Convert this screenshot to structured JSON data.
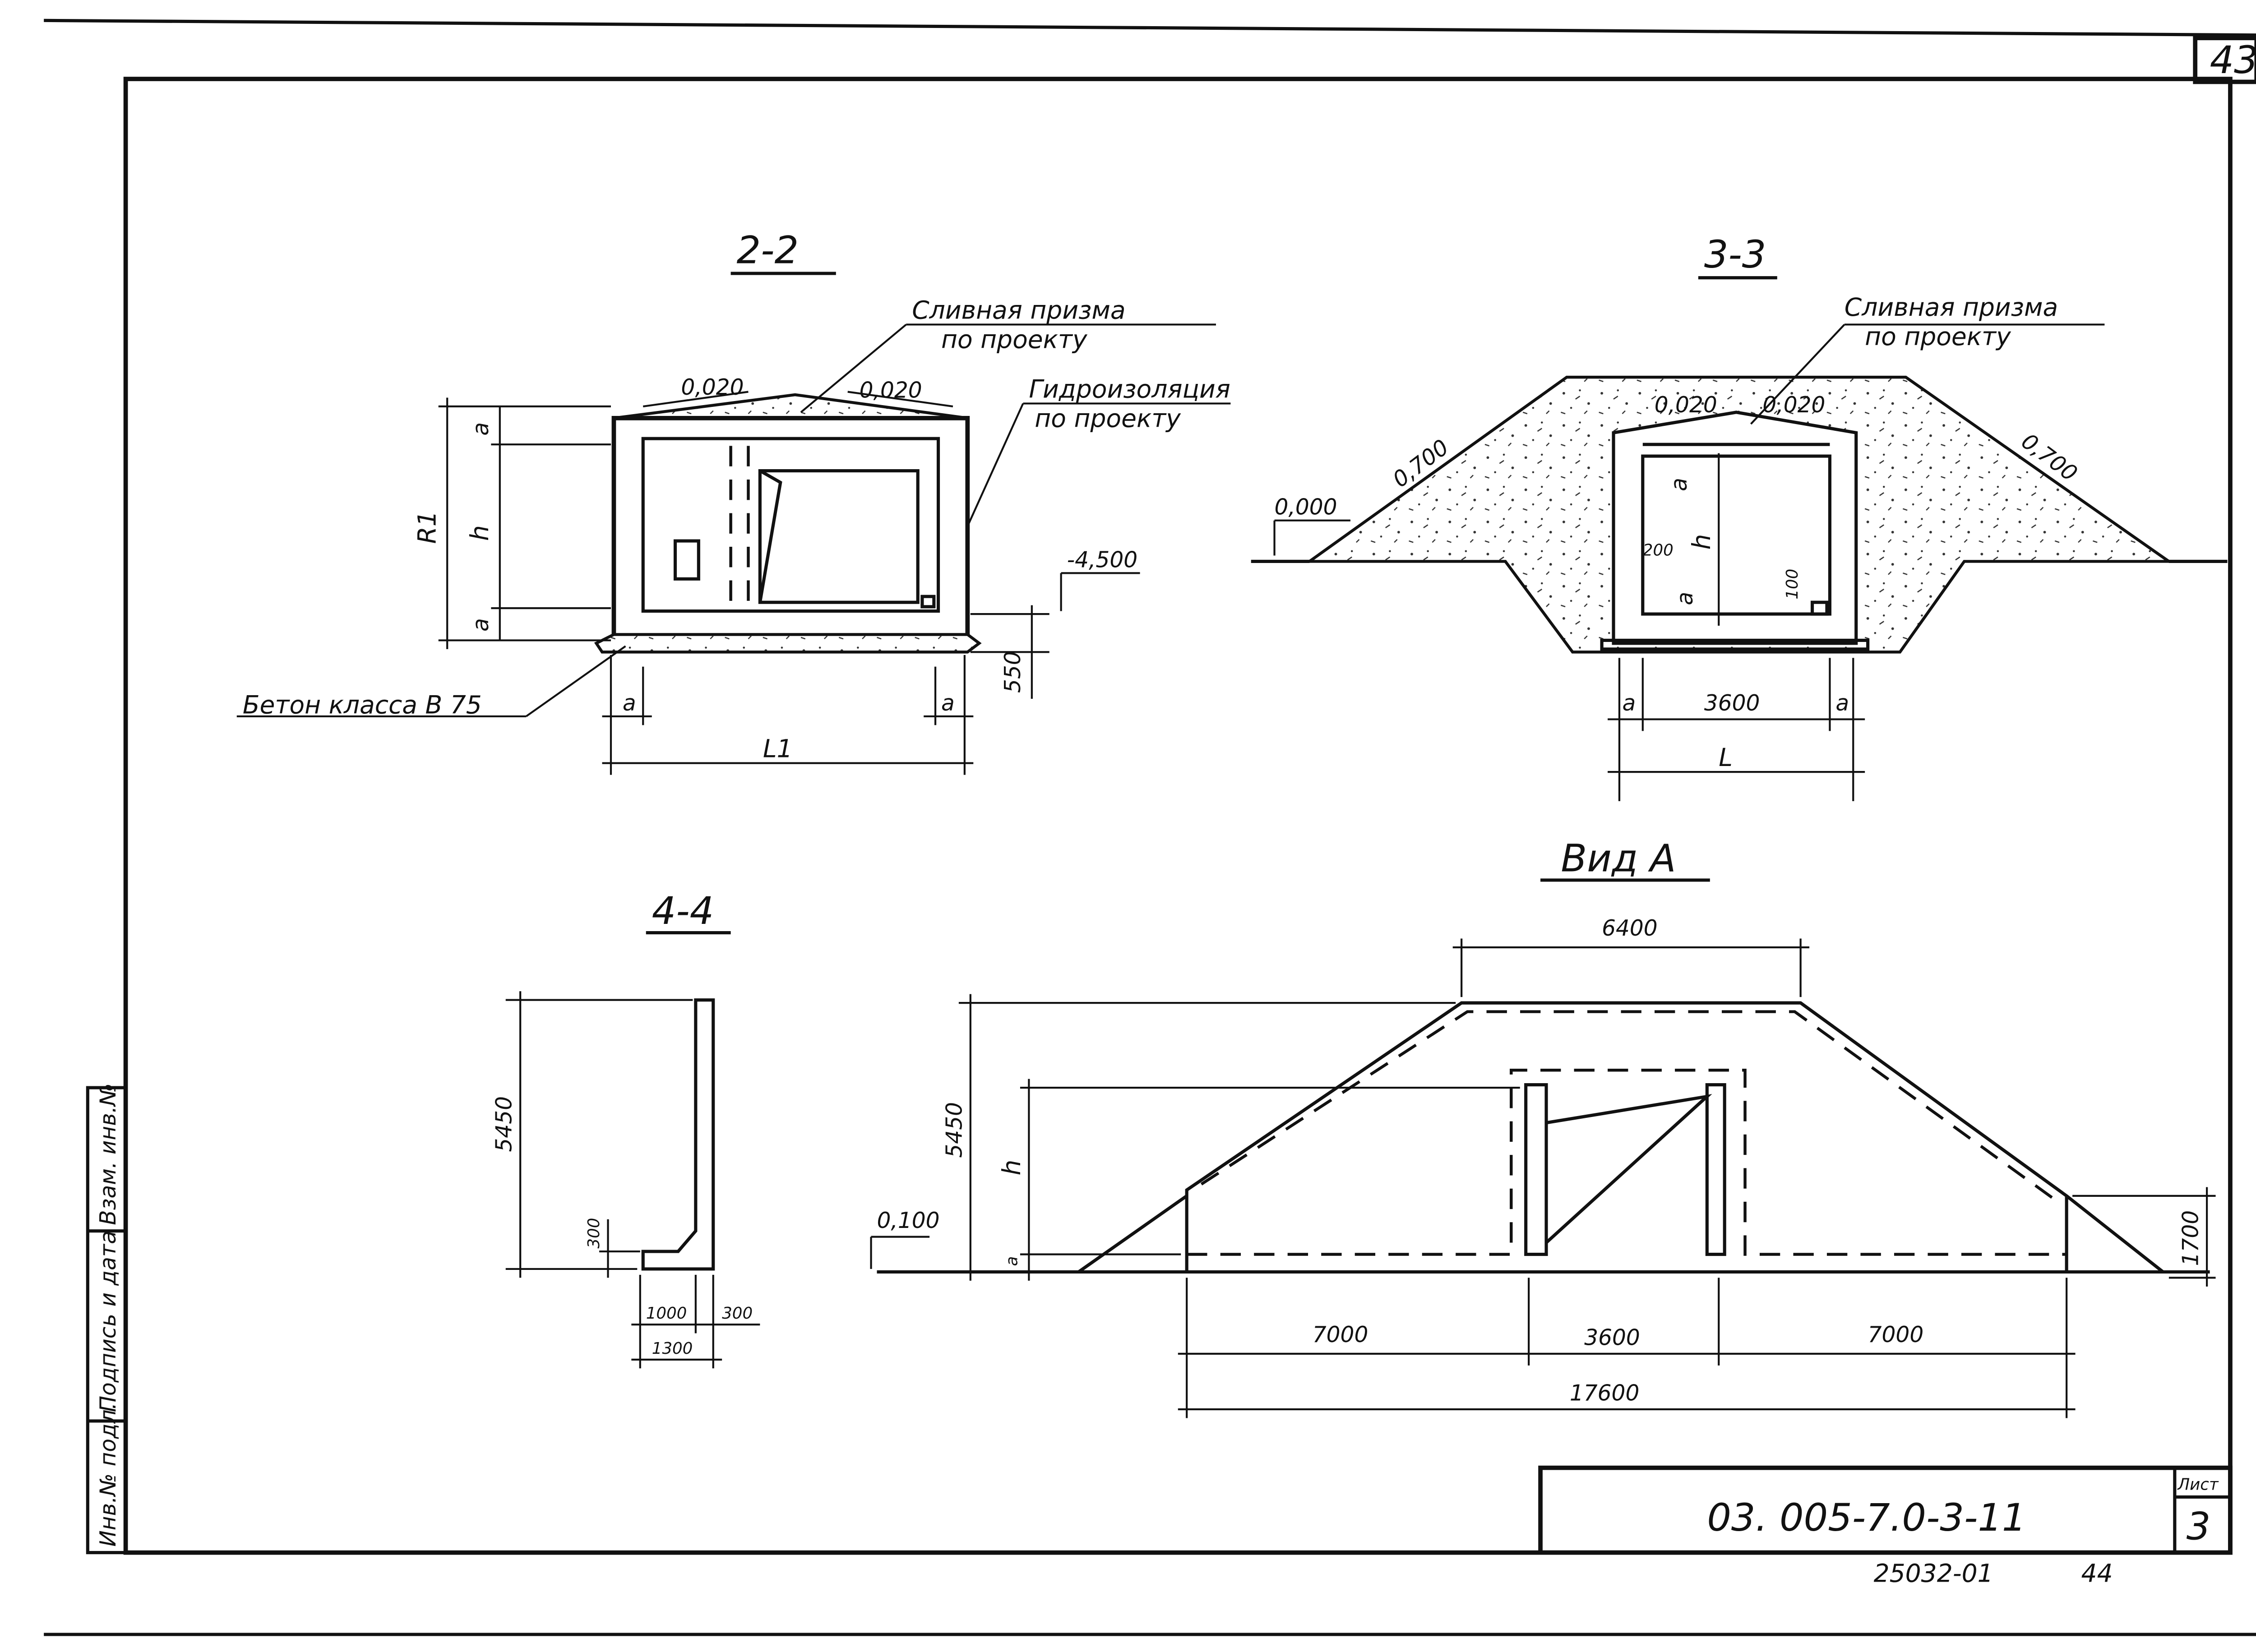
{
  "sheet": {
    "page_no": "43",
    "sheet_label": "Лист",
    "sheet_no": "3",
    "doc_code": "03. 005-7.0-3-11",
    "archive_no": "25032-01",
    "archive_page": "44"
  },
  "side_stamp": [
    "Инв.№ подл.",
    "Подпись и дата",
    "Взам. инв.№"
  ],
  "s22": {
    "title": "2-2",
    "note_prism_1": "Сливная призма",
    "note_prism_2": "по проекту",
    "note_water_1": "Гидроизоляция",
    "note_water_2": "по проекту",
    "slope_l": "0,020",
    "slope_r": "0,020",
    "level": "-4,500",
    "dim_R1": "R1",
    "dim_a": "a",
    "dim_h": "h",
    "dim_550": "550",
    "dim_L1": "L1",
    "concrete": "Бетон класса В 75"
  },
  "s33": {
    "title": "3-3",
    "note_prism_1": "Сливная призма",
    "note_prism_2": "по проекту",
    "slope_l": "0,020",
    "slope_r": "0,020",
    "bank_l": "0,700",
    "bank_r": "0,700",
    "level0": "0,000",
    "dim_200": "200",
    "dim_100": "100",
    "dim_h": "h",
    "dim_a": "a",
    "dim_3600": "3600",
    "dim_L": "L"
  },
  "s44": {
    "title": "4-4",
    "dim_5450": "5450",
    "dim_300a": "300",
    "dim_1000": "1000",
    "dim_300b": "300",
    "dim_1300": "1300"
  },
  "vidA": {
    "title": "Вид А",
    "dim_6400": "6400",
    "dim_5450": "5450",
    "dim_h": "h",
    "dim_a": "a",
    "level": "0,100",
    "dim_1700": "1700",
    "dim_7000a": "7000",
    "dim_3600": "3600",
    "dim_7000b": "7000",
    "dim_17600": "17600"
  }
}
